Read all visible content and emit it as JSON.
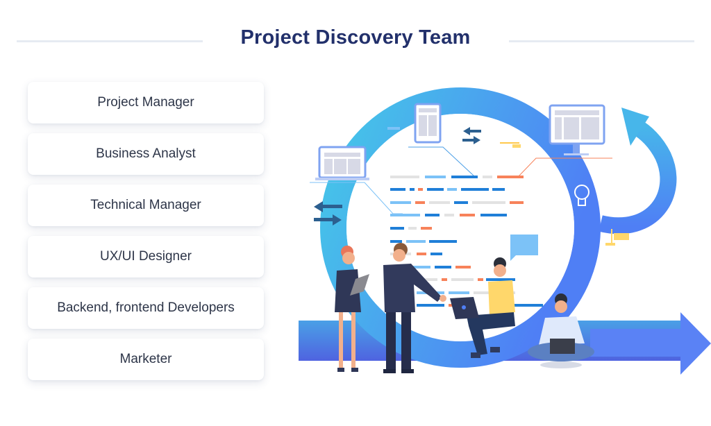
{
  "header": {
    "title": "Project Discovery Team"
  },
  "roles": [
    {
      "label": "Project Manager"
    },
    {
      "label": "Business Analyst"
    },
    {
      "label": "Technical Manager"
    },
    {
      "label": "UX/UI Designer"
    },
    {
      "label": "Backend, frontend Developers"
    },
    {
      "label": "Marketer"
    }
  ],
  "illustration": {
    "description": "Team collaborating around an iterative cycle arrow with devices and code lines",
    "icons": [
      "laptop-icon",
      "tablet-icon",
      "monitor-icon",
      "lightbulb-icon",
      "swap-arrows-icon",
      "chat-bubble-icon",
      "cycle-arrow-icon",
      "forward-arrow-icon"
    ],
    "colors": {
      "cycle_start": "#45c8e8",
      "cycle_end": "#4f7ff5",
      "code_dark": "#1f7fd8",
      "code_light": "#7cc2f7",
      "code_gray": "#e2e2e2",
      "code_orange": "#f7825a",
      "arrow_navy": "#2c5f8f",
      "accent_yellow": "#ffd76b"
    }
  },
  "colors": {
    "title": "#22306b",
    "role_text": "#2d3548",
    "divider": "#e6ebf2"
  }
}
